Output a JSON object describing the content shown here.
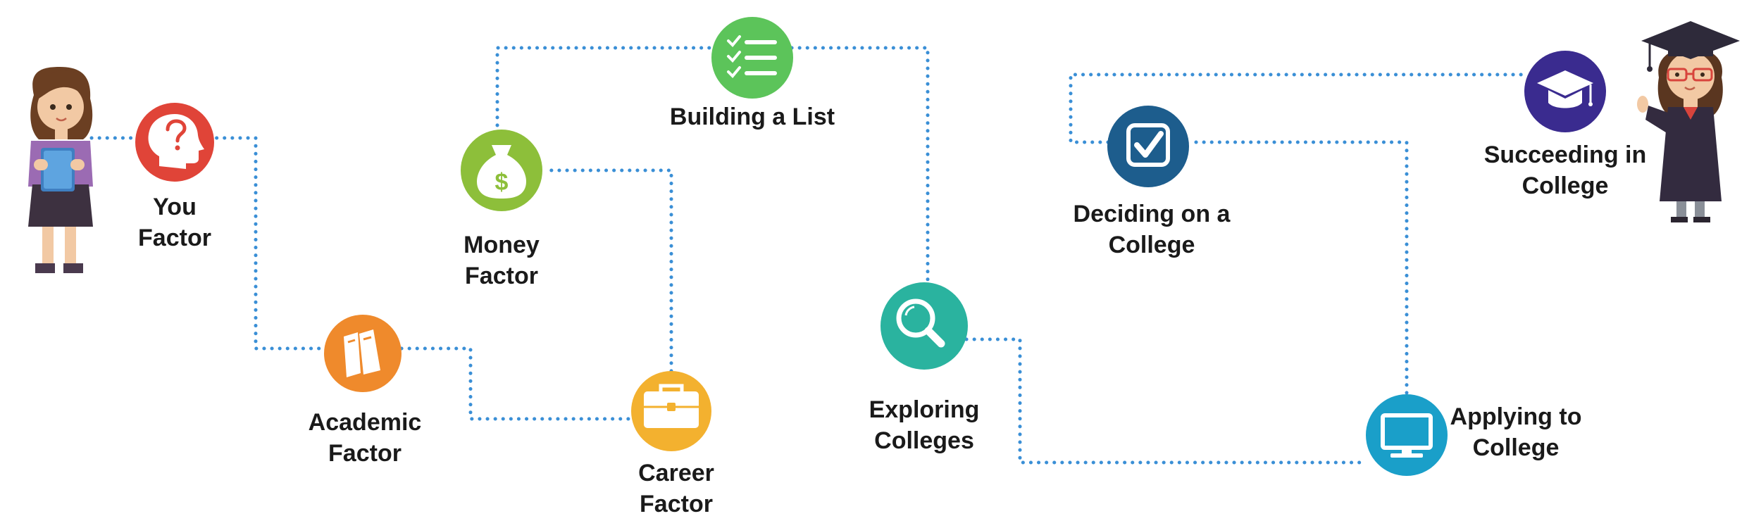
{
  "colors": {
    "connector": "#3a8fd6",
    "you": "#e04438",
    "academic": "#ef8a2c",
    "money": "#8dbf3a",
    "career": "#f3b12f",
    "list": "#5cc45a",
    "exploring": "#2ab39f",
    "deciding": "#1d5d8d",
    "applying": "#1a9fc9",
    "succeeding": "#3a2b8f"
  },
  "nodes": {
    "you": {
      "line1": "You",
      "line2": "Factor",
      "icon": "head-question-icon"
    },
    "academic": {
      "line1": "Academic",
      "line2": "Factor",
      "icon": "books-icon"
    },
    "money": {
      "line1": "Money",
      "line2": "Factor",
      "icon": "money-bag-icon"
    },
    "career": {
      "line1": "Career",
      "line2": "Factor",
      "icon": "briefcase-icon"
    },
    "list": {
      "line1": "Building a List",
      "icon": "checklist-icon"
    },
    "exploring": {
      "line1": "Exploring",
      "line2": "Colleges",
      "icon": "magnifier-icon"
    },
    "deciding": {
      "line1": "Deciding on a",
      "line2": "College",
      "icon": "checkbox-icon"
    },
    "applying": {
      "line1": "Applying to",
      "line2": "College",
      "icon": "monitor-icon"
    },
    "succeeding": {
      "line1": "Succeeding in",
      "line2": "College",
      "icon": "graduation-cap-icon"
    }
  },
  "figures": {
    "start": "student-girl-illustration",
    "end": "graduate-illustration"
  }
}
